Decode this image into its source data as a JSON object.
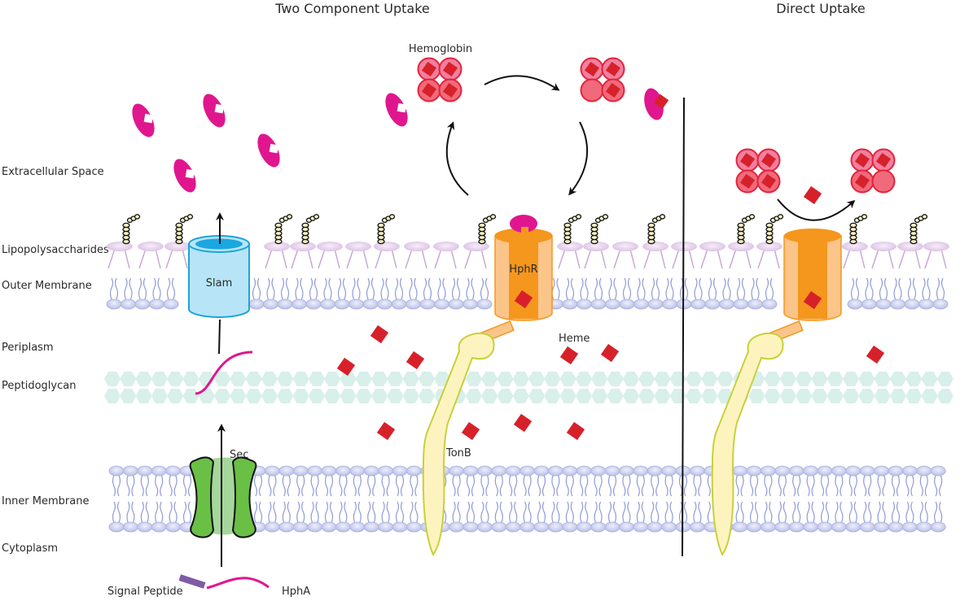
{
  "titles": {
    "left": "Two Component Uptake",
    "right": "Direct Uptake"
  },
  "regions": [
    {
      "key": "extracellular",
      "label": "Extracellular Space"
    },
    {
      "key": "lps",
      "label": "Lipopolysaccharides"
    },
    {
      "key": "outer",
      "label": "Outer Membrane"
    },
    {
      "key": "periplasm",
      "label": "Periplasm"
    },
    {
      "key": "peptidoglycan",
      "label": "Peptidoglycan"
    },
    {
      "key": "inner",
      "label": "Inner Membrane"
    },
    {
      "key": "cytoplasm",
      "label": "Cytoplasm"
    }
  ],
  "components": {
    "slam": "Slam",
    "hphr": "HphR",
    "heme": "Heme",
    "hemoglobin": "Hemoglobin",
    "tonb": "TonB",
    "sec": "Sec",
    "signal_peptide": "Signal Peptide",
    "hpha": "HphA"
  },
  "colors": {
    "hpha": "#e0168f",
    "heme": "#d7212a",
    "hemoglobin_fill": "#f06a7c",
    "hemoglobin_light": "#f27fa0",
    "hemoglobin_stroke": "#e2243a",
    "hphr_dark": "#f5961d",
    "hphr_light": "#fbc58a",
    "slam_fill": "#b7e5f7",
    "slam_stroke": "#1ea3dc",
    "slam_top": "#1aa7e0",
    "sec_dark": "#6abf45",
    "sec_light": "#a5d69a",
    "tonb_fill": "#fdf3bf",
    "tonb_stroke": "#c5d23a",
    "lipid_head": "#c5c9ec",
    "lipid_tail": "#8f9ad6",
    "lps_head": "#e3cfe8",
    "lps_stroke": "#c8a8d4",
    "peptidoglycan": "#d8efea",
    "signal_peptide": "#7f5aa6"
  }
}
